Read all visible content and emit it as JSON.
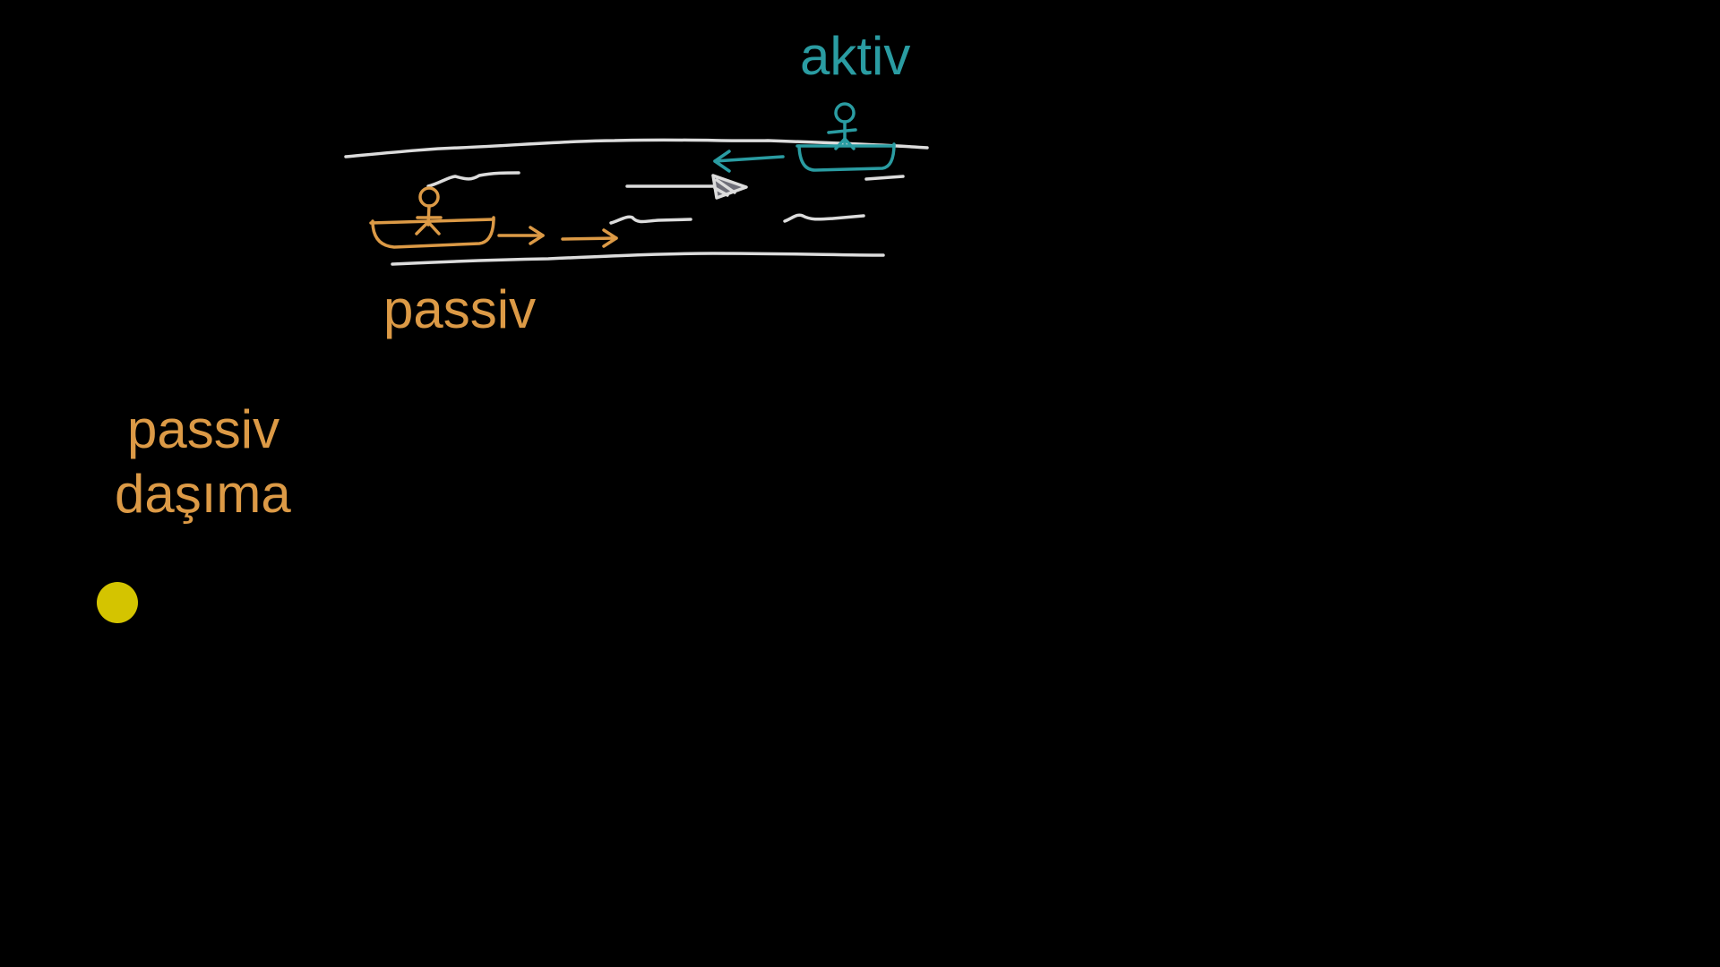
{
  "labels": {
    "active": "aktiv",
    "passive_boat": "passiv",
    "passive_transport_line1": "passiv",
    "passive_transport_line2": "daşıma"
  },
  "colors": {
    "background": "#000000",
    "passive": "#dc9a46",
    "active": "#2a9ca2",
    "river": "#dcdcdc",
    "pointer_dot": "#d4c400"
  }
}
